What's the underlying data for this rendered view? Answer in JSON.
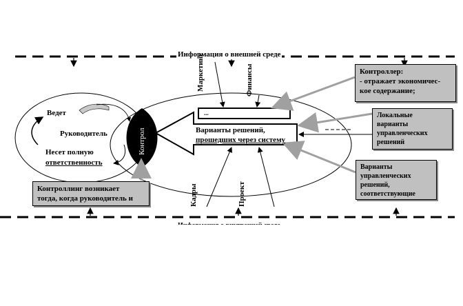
{
  "top_info_label": "Информация о внешней среде",
  "bottom_info_label": "Информация о внутренней среде",
  "left_ellipse": {
    "leads_label": "Ведет",
    "manager_label": "Руководитель",
    "responsibility_line1": "Несет полную",
    "responsibility_line2": "ответственность"
  },
  "control_label": "Контрол",
  "vertical_labels": {
    "marketing": "Маркетинг",
    "finance": "Финансы",
    "personnel": "Кадры",
    "project": "Проект"
  },
  "top_input_box_text": "...",
  "main_arrow": {
    "line1": "Варианты решений,",
    "line2": "прошедших через систему"
  },
  "callouts": {
    "controller": {
      "lines": [
        "Контроллер:",
        "- отражает экономичес-",
        "кое содержание;"
      ]
    },
    "local_variants": {
      "lines": [
        "Локальные",
        "варианты",
        "управленческих",
        "решений"
      ]
    },
    "decision_variants": {
      "lines": [
        "Варианты",
        "управленческих",
        "решений,",
        "соответствующие"
      ]
    },
    "controlling_arises": {
      "lines": [
        "Контроллинг возникает",
        "тогда, когда руководитель и"
      ]
    }
  },
  "colors": {
    "callout_fill": "#c0c0c0",
    "gray_arrow": "#a0a0a0",
    "control_fill": "#000000"
  }
}
